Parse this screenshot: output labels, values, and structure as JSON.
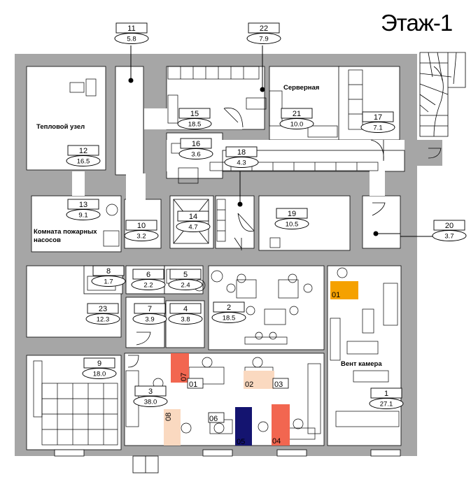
{
  "floor": {
    "title": "Этаж-1"
  },
  "labels": {
    "room12": "Тепловой узел",
    "room13_line1": "Комната пожарных",
    "room13_line2": "насосов",
    "room21": "Серверная",
    "room1": "Вент камера"
  },
  "rooms": [
    {
      "num": "11",
      "area": "5.8"
    },
    {
      "num": "22",
      "area": "7.9"
    },
    {
      "num": "12",
      "area": "16.5"
    },
    {
      "num": "15",
      "area": "18.5"
    },
    {
      "num": "21",
      "area": "10.0"
    },
    {
      "num": "17",
      "area": "7.1"
    },
    {
      "num": "16",
      "area": "3.6"
    },
    {
      "num": "18",
      "area": "4.3"
    },
    {
      "num": "13",
      "area": "9.1"
    },
    {
      "num": "10",
      "area": "3.2"
    },
    {
      "num": "14",
      "area": "4.7"
    },
    {
      "num": "19",
      "area": "10.5"
    },
    {
      "num": "20",
      "area": "3.7"
    },
    {
      "num": "8",
      "area": "1.7"
    },
    {
      "num": "6",
      "area": "2.2"
    },
    {
      "num": "5",
      "area": "2.4"
    },
    {
      "num": "2",
      "area": "18.5"
    },
    {
      "num": "23",
      "area": "12.3"
    },
    {
      "num": "7",
      "area": "3.9"
    },
    {
      "num": "4",
      "area": "3.8"
    },
    {
      "num": "9",
      "area": "18.0"
    },
    {
      "num": "3",
      "area": "38.0"
    },
    {
      "num": "1",
      "area": "27.1"
    }
  ],
  "workstations": [
    {
      "num": "01",
      "color": "#F5A100"
    },
    {
      "num": "07",
      "color": "#F26650"
    },
    {
      "num": "01",
      "color": ""
    },
    {
      "num": "02",
      "color": "#FAD9C0"
    },
    {
      "num": "03",
      "color": ""
    },
    {
      "num": "08",
      "color": "#FAD9C0"
    },
    {
      "num": "06",
      "color": ""
    },
    {
      "num": "05",
      "color": "#141470"
    },
    {
      "num": "04",
      "color": "#F26650"
    }
  ],
  "colors": {
    "wall": "#A6A6A6",
    "line": "#000000"
  }
}
